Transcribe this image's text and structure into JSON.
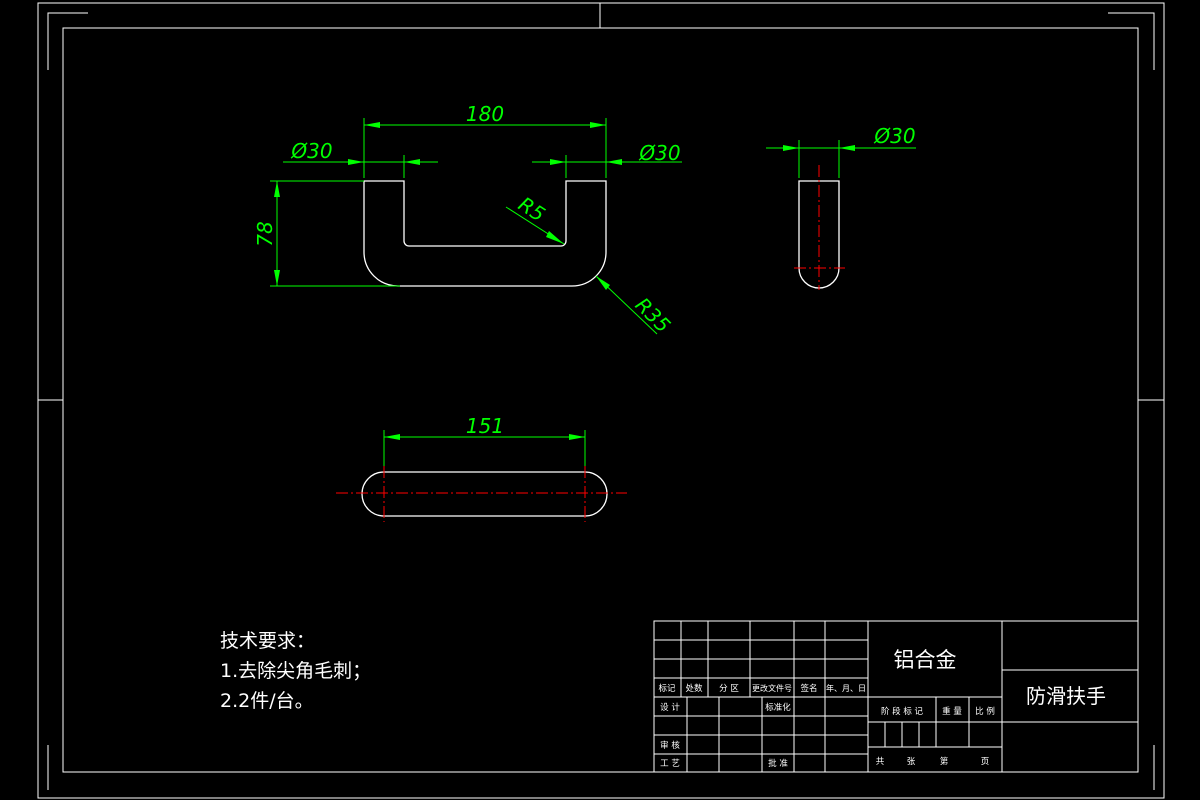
{
  "dimensions": {
    "top_width": "180",
    "left_dia": "Ø30",
    "right_dia": "Ø30",
    "side_dia": "Ø30",
    "height": "78",
    "inner_radius": "R5",
    "outer_radius": "R35",
    "bottom_length": "151"
  },
  "tech": {
    "title": "技术要求：",
    "item1": "1.去除尖角毛刺；",
    "item2": "2.2件/台。"
  },
  "title_block": {
    "material": "铝合金",
    "part_name": "防滑扶手",
    "rev_headers": [
      "标记",
      "处数",
      "分 区",
      "更改文件号",
      "签名",
      "年、月、日"
    ],
    "design": "设 计",
    "standardize": "标准化",
    "review": "审 核",
    "process": "工 艺",
    "approve": "批 准",
    "stage_headers": [
      "阶 段 标 记",
      "重 量",
      "比 例"
    ],
    "sheet_total": "共",
    "sheet_total_unit": "张",
    "sheet_no": "第",
    "sheet_no_unit": "页"
  },
  "colors": {
    "background": "#000000",
    "outline": "#ffffff",
    "dimension": "#00ff00",
    "centerline": "#ff0000"
  }
}
